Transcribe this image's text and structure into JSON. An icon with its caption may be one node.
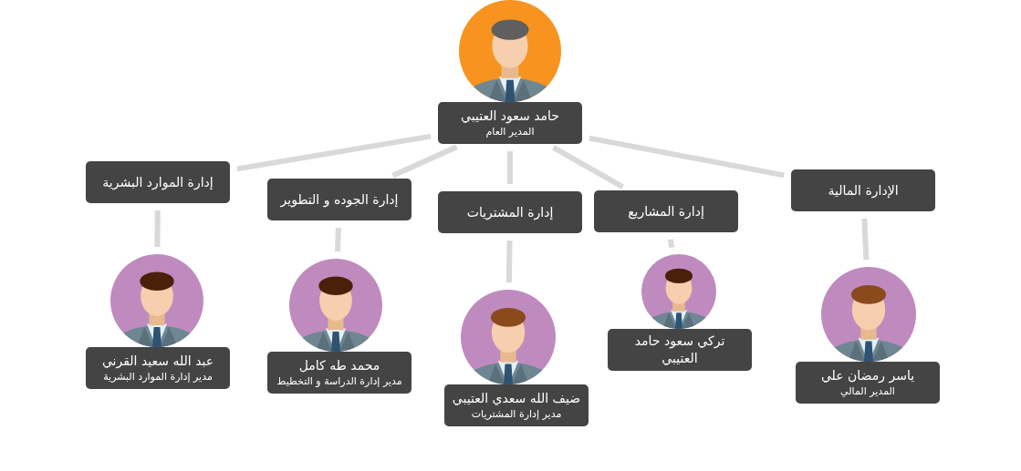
{
  "diagram": {
    "nodes": [
      {
        "text": [],
        "shape": "person"
      },
      {
        "text": [
          "حامد سعود العتيبي",
          "المدير العام"
        ]
      },
      {
        "text": [
          "إدارة الموارد البشرية"
        ]
      },
      {
        "text": [
          "إدارة الجوده و التطوير"
        ]
      },
      {
        "text": [
          "إدارة المشتريات"
        ]
      },
      {
        "text": [
          "إدارة المشاريع"
        ]
      },
      {
        "text": [
          "الإدارة المالية"
        ]
      },
      {
        "text": [],
        "shape": "person"
      },
      {
        "text": [
          "عبد الله سعيد القرني",
          "مدير إدارة الموارد البشرية"
        ]
      },
      {
        "text": [],
        "shape": "person"
      },
      {
        "text": [
          "محمد طه كامل",
          "مدير إدارة الدراسة و التخطيط"
        ]
      },
      {
        "text": [],
        "shape": "person"
      },
      {
        "text": [
          "ضيف الله سعدي العتيبي",
          "مدير إدارة المشتريات"
        ]
      },
      {
        "text": [],
        "shape": "person"
      },
      {
        "text": [
          "تركي سعود حامد العتيبي"
        ]
      },
      {
        "text": [],
        "shape": "person"
      },
      {
        "text": [
          "ياسر رمضان علي",
          "المدير المالي"
        ]
      }
    ],
    "edges": [
      {
        "from": 1,
        "to": 2,
        "arrow": "none"
      },
      {
        "from": 1,
        "to": 3,
        "arrow": "none"
      },
      {
        "from": 1,
        "to": 4,
        "arrow": "none"
      },
      {
        "from": 1,
        "to": 5,
        "arrow": "none"
      },
      {
        "from": 1,
        "to": 6,
        "arrow": "none"
      },
      {
        "from": 2,
        "to": 7,
        "arrow": "none"
      },
      {
        "from": 3,
        "to": 9,
        "arrow": "none"
      },
      {
        "from": 4,
        "to": 11,
        "arrow": "none"
      },
      {
        "from": 5,
        "to": 13,
        "arrow": "none"
      },
      {
        "from": 6,
        "to": 15,
        "arrow": "none"
      }
    ]
  }
}
